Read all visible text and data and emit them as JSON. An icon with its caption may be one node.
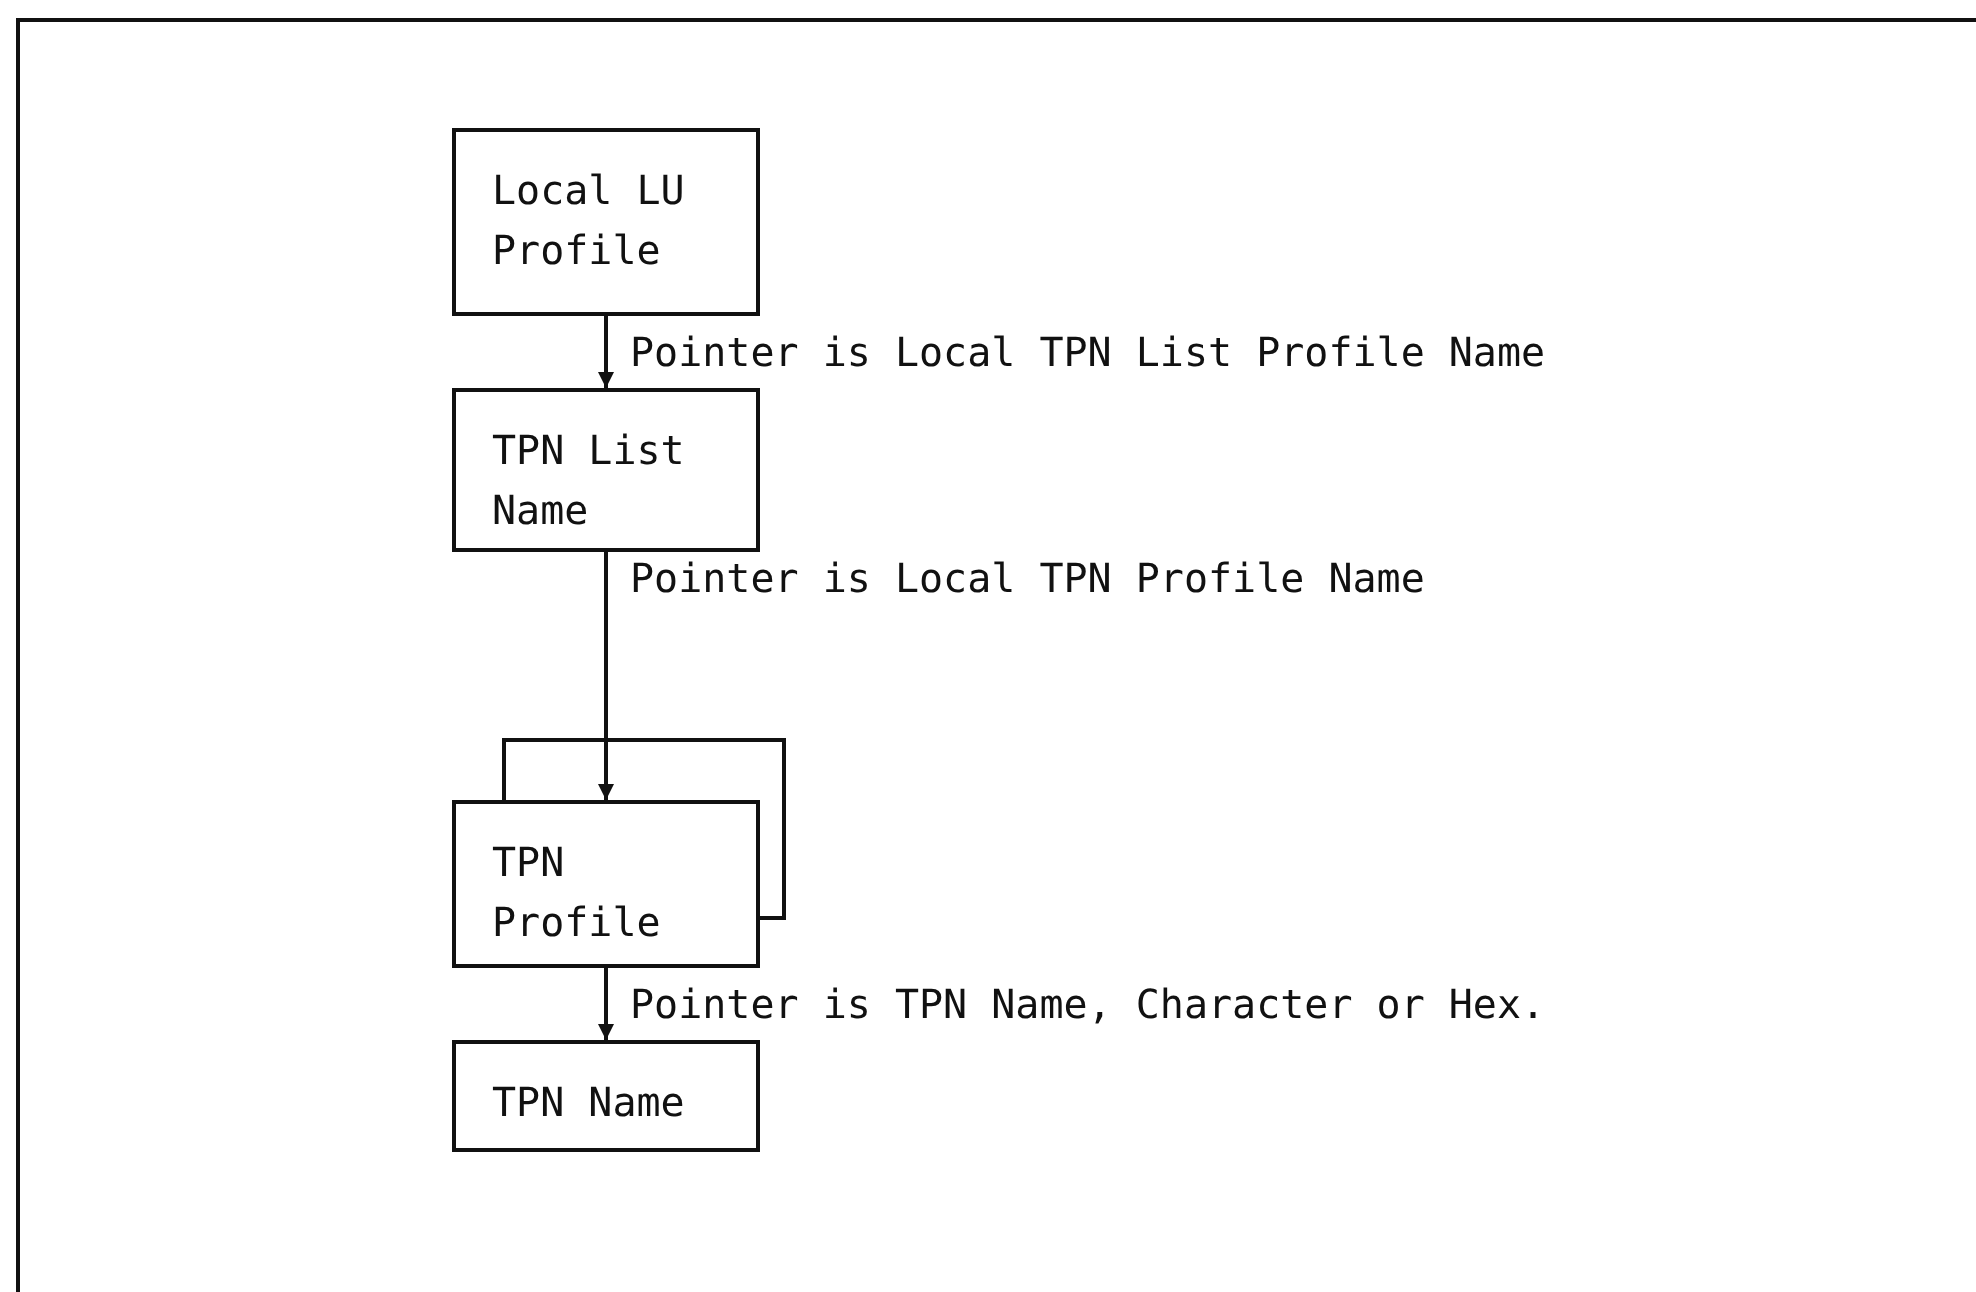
{
  "diagram": {
    "nodes": [
      {
        "text": [
          "Local LU Profile"
        ]
      },
      {
        "text": [
          "TPN List Name"
        ]
      },
      {
        "text": [
          "TPN Profile"
        ]
      },
      {
        "text": [
          "TPN Name"
        ]
      }
    ],
    "edges": [
      {
        "from": 0,
        "to": 1,
        "arrow": "to",
        "label": "Pointer is Local TPN List Profile Name"
      },
      {
        "from": 1,
        "to": 2,
        "arrow": "to",
        "label": "Pointer is Local TPN Profile Name"
      },
      {
        "from": 2,
        "to": 3,
        "arrow": "to",
        "label": "Pointer is TPN Name, Character or Hex."
      }
    ]
  }
}
